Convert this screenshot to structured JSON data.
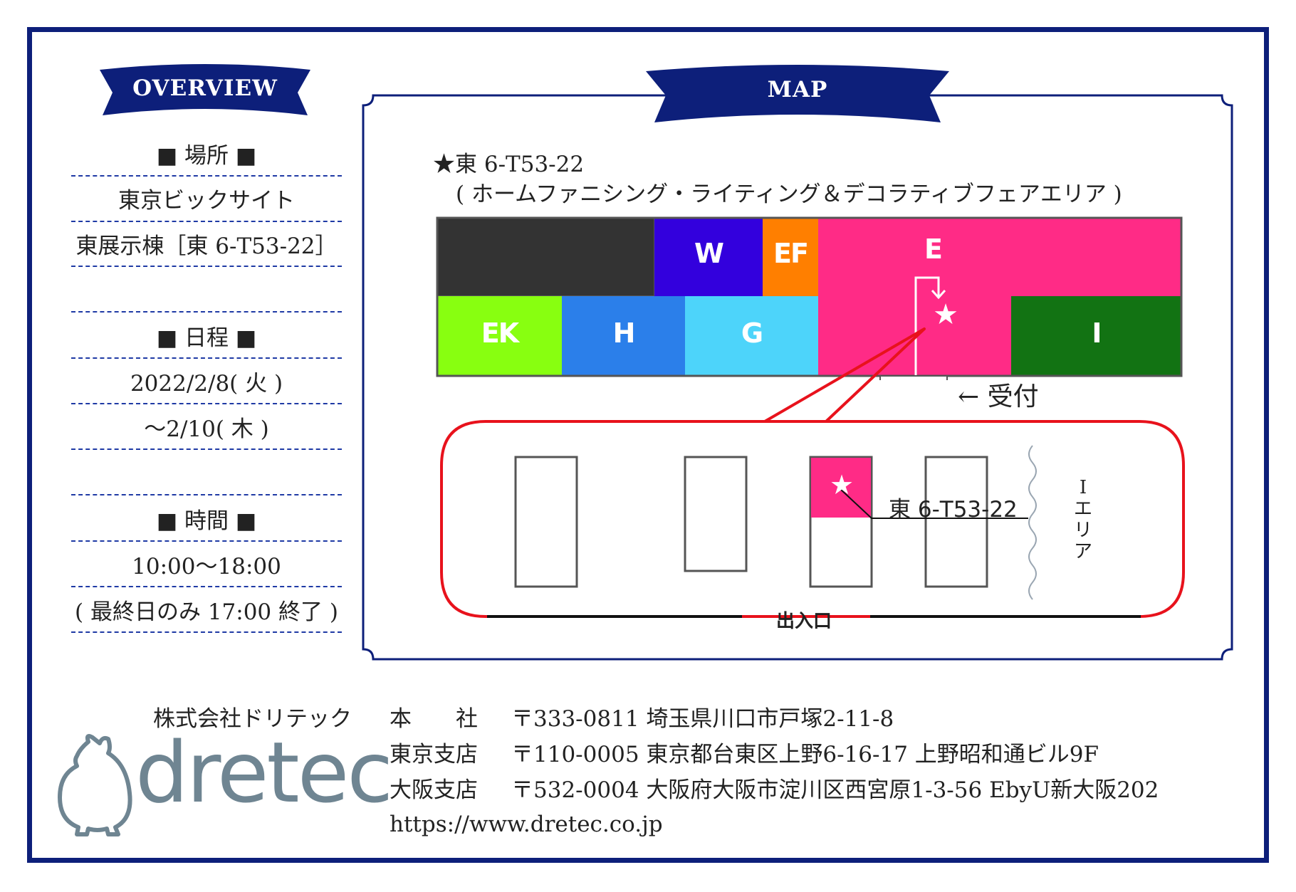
{
  "overview": {
    "ribbon": "OVERVIEW",
    "rows": [
      "■ 場所 ■",
      "東京ビックサイト",
      "東展示棟［東 6-T53-22］",
      "",
      "■ 日程 ■",
      "2022/2/8( 火 )",
      "～2/10( 木 )",
      "",
      "■ 時間 ■",
      "10:00～18:00",
      "( 最終日のみ 17:00 終了 )"
    ]
  },
  "map": {
    "ribbon": "MAP",
    "booth_title": "★東 6-T53-22",
    "area_name": "( ホームファニシング・ライティング＆デコラティブフェアエリア )",
    "zones": [
      {
        "label": "",
        "color": "#333333"
      },
      {
        "label": "W",
        "color": "#3300dd"
      },
      {
        "label": "EF",
        "color": "#ff7f00"
      },
      {
        "label": "E",
        "color": "#ff2b86"
      },
      {
        "label": "EK",
        "color": "#88ff10"
      },
      {
        "label": "H",
        "color": "#2b7fea"
      },
      {
        "label": "G",
        "color": "#4dd4fa"
      },
      {
        "label": "I",
        "color": "#127313"
      }
    ],
    "star": "★",
    "reception": "← 受付",
    "detail": {
      "booth_label": "東 6-T53-22",
      "area_i": [
        "I",
        "エ",
        "リ",
        "ア"
      ],
      "entrance": "出入口",
      "callout_color": "#e8121c"
    }
  },
  "footer": {
    "company": "株式会社ドリテック",
    "logo": "dretec",
    "offices": [
      {
        "name": "本　　社",
        "address": "〒333-0811 埼玉県川口市戸塚2-11-8"
      },
      {
        "name": "東京支店",
        "address": "〒110-0005 東京都台東区上野6-16-17 上野昭和通ビル9F"
      },
      {
        "name": "大阪支店",
        "address": "〒532-0004 大阪府大阪市淀川区西宮原1-3-56 EbyU新大阪202"
      }
    ],
    "url": "https://www.dretec.co.jp"
  },
  "colors": {
    "frame": "#0d1f7a",
    "ribbon": "#0d1f7a",
    "logo": "#6f8592"
  }
}
